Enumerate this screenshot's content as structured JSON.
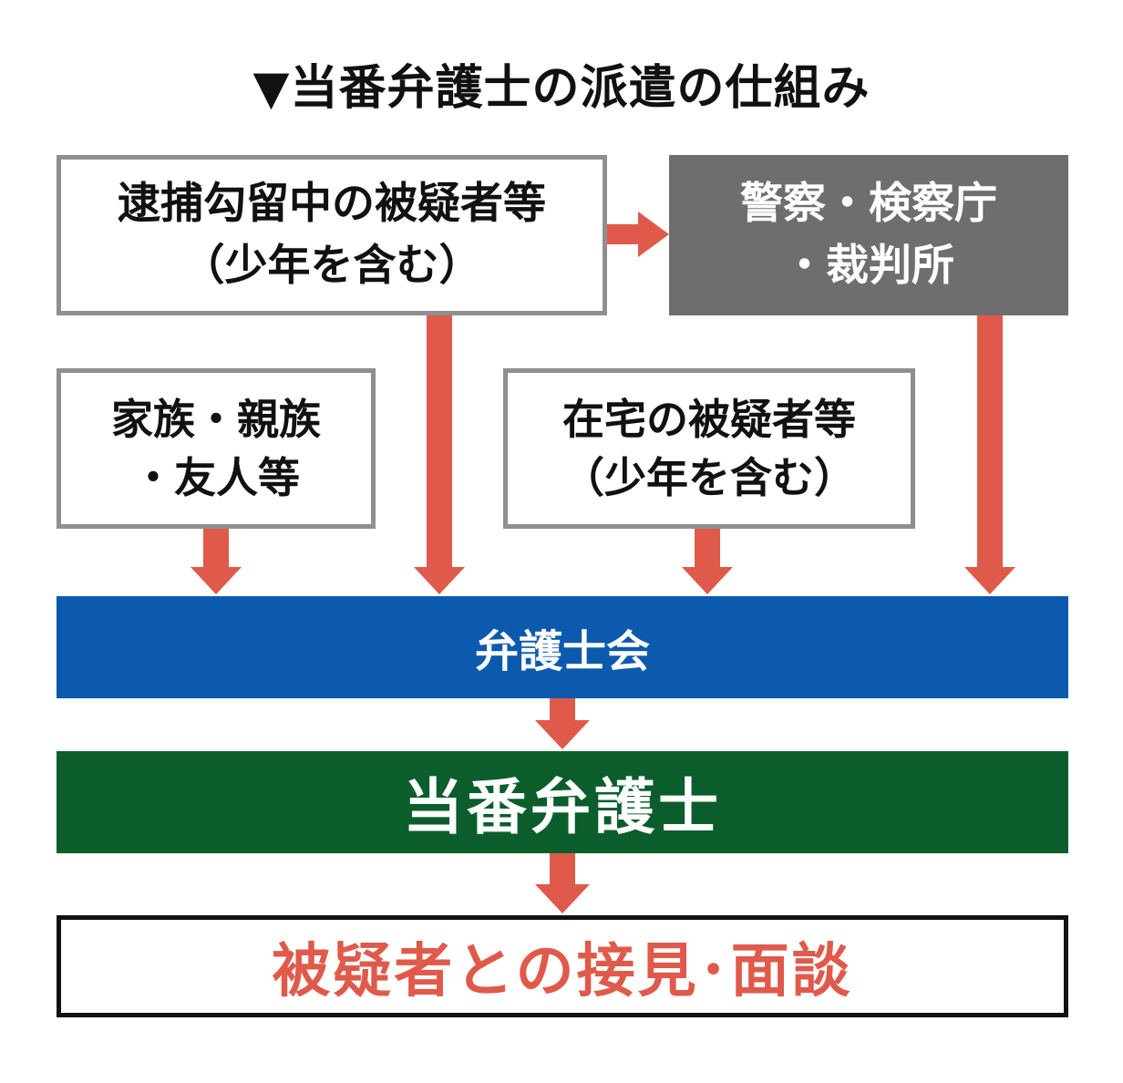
{
  "title": "▼当番弁護士の派遣の仕組み",
  "nodes": {
    "arrested": {
      "line1": "逮捕勾留中の被疑者等",
      "line2": "（少年を含む）"
    },
    "police": {
      "line1": "警察・検察庁",
      "line2": "・裁判所"
    },
    "family": {
      "line1": "家族・親族",
      "line2": "・友人等"
    },
    "home": {
      "line1": "在宅の被疑者等",
      "line2": "（少年を含む）"
    },
    "bar_association": {
      "label": "弁護士会"
    },
    "duty_lawyer": {
      "label": "当番弁護士"
    },
    "meeting": {
      "label": "被疑者との接見･面談"
    }
  },
  "colors": {
    "arrow": "#e05a4b",
    "bar_association": "#0c5aad",
    "duty_lawyer": "#0b5e2c",
    "police": "#6e6e6e",
    "box_border": "#8f8f8f",
    "meeting_text": "#e05a4b"
  }
}
